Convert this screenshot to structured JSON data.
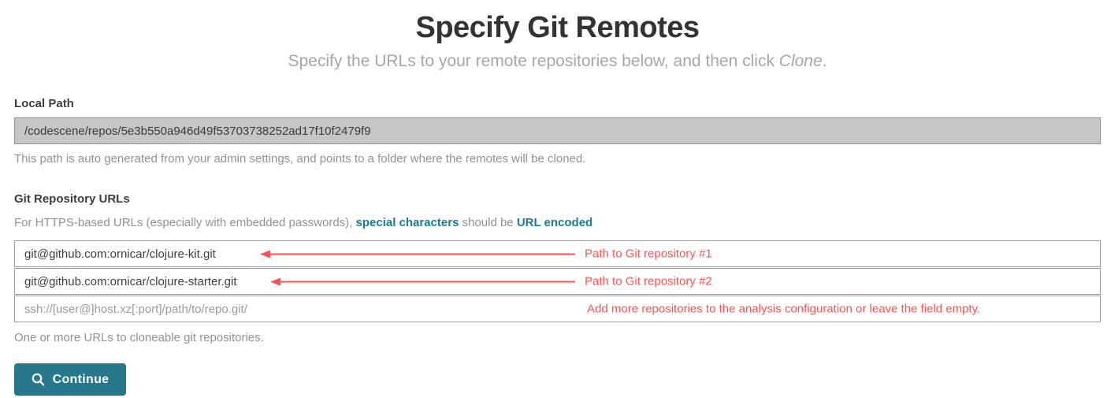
{
  "header": {
    "title": "Specify Git Remotes",
    "subtitle_prefix": "Specify the URLs to your remote repositories below, and then click ",
    "subtitle_italic": "Clone",
    "subtitle_suffix": "."
  },
  "local_path": {
    "label": "Local Path",
    "value": "/codescene/repos/5e3b550a946d49f53703738252ad17f10f2479f9",
    "help": "This path is auto generated from your admin settings, and points to a folder where the remotes will be cloned."
  },
  "repo_urls": {
    "label": "Git Repository URLs",
    "hint_prefix": "For HTTPS-based URLs (especially with embedded passwords), ",
    "hint_link_special": "special characters",
    "hint_middle": " should be ",
    "hint_link_encoded": "URL encoded",
    "inputs": [
      {
        "value": "git@github.com:ornicar/clojure-kit.git",
        "placeholder": "",
        "annotation": "Path to Git repository #1"
      },
      {
        "value": "git@github.com:ornicar/clojure-starter.git",
        "placeholder": "",
        "annotation": "Path to Git repository #2"
      },
      {
        "value": "",
        "placeholder": "ssh://[user@]host.xz[:port]/path/to/repo.git/",
        "annotation": "Add more repositories to the analysis configuration or leave the field empty."
      }
    ],
    "help": "One or more URLs to cloneable git repositories."
  },
  "actions": {
    "continue_label": "Continue",
    "continue_icon": "search-icon"
  },
  "colors": {
    "accent_teal": "#27788c",
    "link_teal": "#1b7b93",
    "annotation_red": "#fa5252",
    "disabled_input_bg": "#c6c6c6"
  }
}
